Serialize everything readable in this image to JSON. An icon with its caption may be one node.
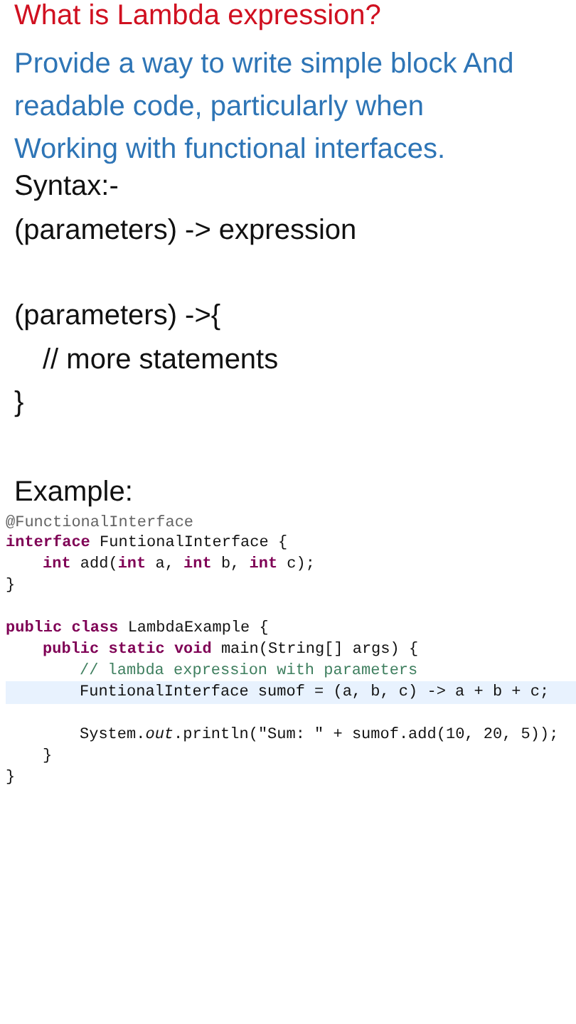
{
  "diagram": {
    "title": "What is Lambda expression?",
    "labels": [
      "Provide a way to write simple block And readable code, particularly when Working with functional interfaces.",
      "Syntax:-",
      "(parameters) -> expression",
      "(parameters) ->{",
      "// more statements",
      "}",
      "Example:",
      "@FunctionalInterface",
      "**interface** FuntionalInterface {",
      "**int** add(**int** a, **int** b, **int** c);",
      "}",
      "**public** **class** LambdaExample {",
      "**public** **static** **void** main(String[] args) {",
      "// lambda expression with parameters",
      "FuntionalInterface sumof = (a, b, c) -> a + b + c;",
      "System.*out*.println(\"Sum: \" + sumof.add(10, 20, 5));",
      "}",
      "}"
    ]
  }
}
